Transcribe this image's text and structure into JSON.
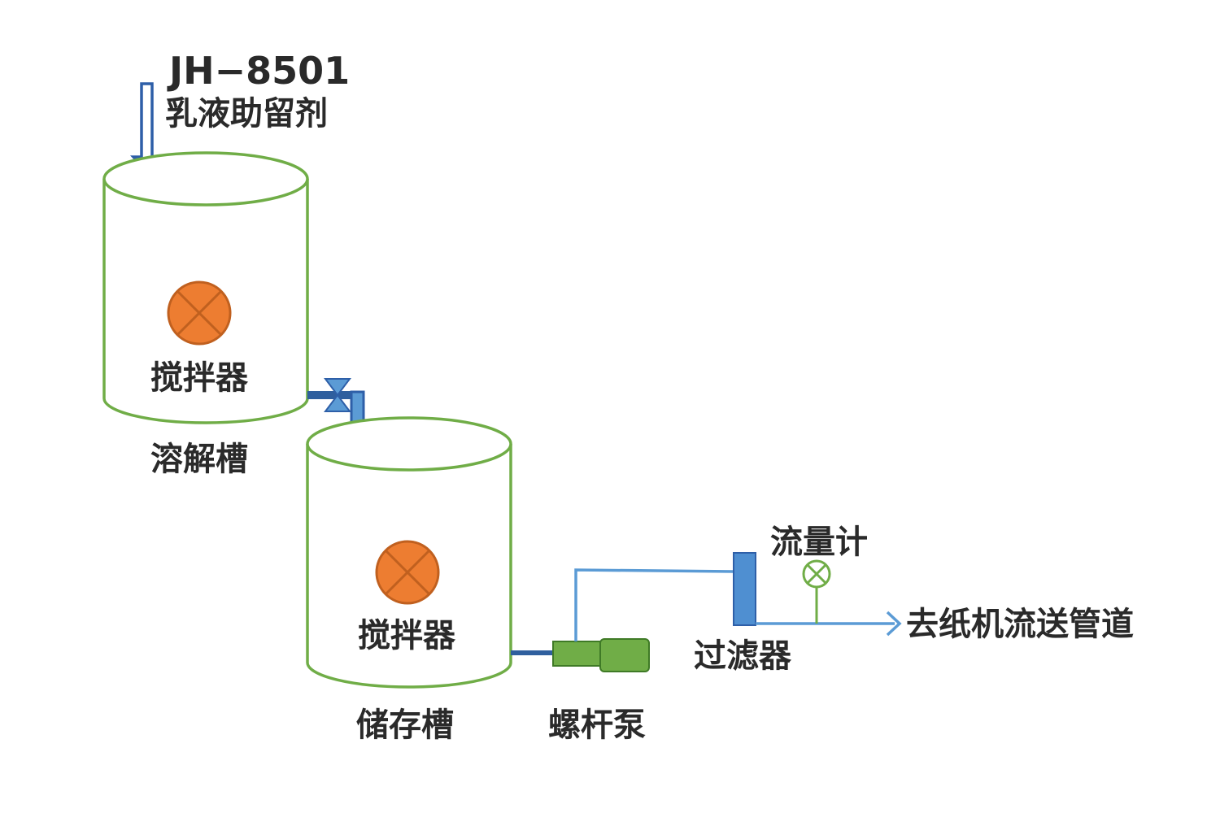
{
  "product": {
    "code": "JH−8501",
    "name": "乳液助留剂"
  },
  "dissolving_tank": {
    "name": "溶解槽",
    "agitator_label": "搅拌器"
  },
  "storage_tank": {
    "name": "储存槽",
    "agitator_label": "搅拌器"
  },
  "pump": {
    "name": "螺杆泵"
  },
  "filter": {
    "name": "过滤器"
  },
  "flowmeter": {
    "name": "流量计"
  },
  "outlet": {
    "label": "去纸机流送管道"
  },
  "colors": {
    "tank_outline": "#70ad47",
    "agitator_fill": "#ed7d31",
    "agitator_stroke": "#c0601f",
    "pipe_blue": "#5b9bd5",
    "pipe_dark": "#2f5f9e",
    "arrow_stroke": "#2e5fa8",
    "pump_fill": "#70ad47",
    "filter_fill": "#4f8fd1",
    "text": "#2a2a2a"
  }
}
